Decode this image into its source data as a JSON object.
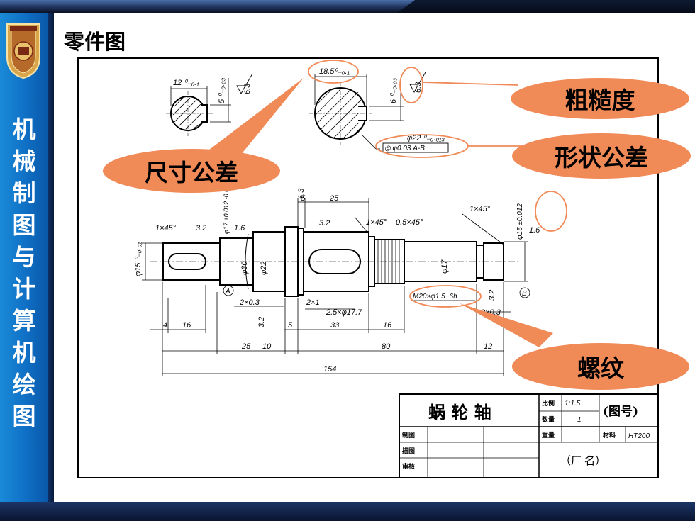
{
  "slide": {
    "title": "零件图",
    "sidebar_title": [
      "机",
      "械",
      "制",
      "图",
      "与",
      "计",
      "算",
      "机",
      "绘",
      "图"
    ]
  },
  "callouts": {
    "roughness": "粗糙度",
    "form_tolerance": "形状公差",
    "dimension_tolerance": "尺寸公差",
    "thread": "螺纹"
  },
  "drawing": {
    "dims": {
      "d12": "12 ⁰₋₀.₁",
      "d5": "5 ⁰₋₀.₀₃",
      "r63a": "6.3",
      "d185": "18.5⁰₋₀.₁",
      "d6": "6 ⁰₋₀.₀₃",
      "r63b": "6.3",
      "d22tol": "φ22 ⁰₋₀.₀₁₃",
      "fcf": "◎ φ0.03 A-B",
      "r63c": "6.3",
      "d5b": "5",
      "d25b": "25",
      "chamfer1": "1×45°",
      "r32a": "3.2",
      "d17tol": "φ17 +0.012 -0.001",
      "r16a": "1.6",
      "r32b": "3.2",
      "chamfer2": "1×45°",
      "chamfer3": "0.5×45°",
      "chamfer4": "1×45°",
      "d15tol": "φ15 ±0.012",
      "r16b": "1.6",
      "d15left": "φ15 ⁰₋₀.₀₁",
      "d30": "φ30",
      "d22": "φ22",
      "d17": "φ17",
      "datumA": "A",
      "datumB": "B",
      "groove1": "2×0.3",
      "groove2": "2×1",
      "groove3": "2.5×φ17.7",
      "thread": "M20×φ1.5−6h",
      "r32c": "3.2",
      "groove4": "2×0.3",
      "d4": "4",
      "d16a": "16",
      "r32d": "3.2",
      "d5c": "5",
      "d33": "33",
      "d16b": "16",
      "d25": "25",
      "d10": "10",
      "d80": "80",
      "d12b": "12",
      "d154": "154"
    },
    "titleblock": {
      "name": "蜗 轮 轴",
      "scale_label": "比例",
      "scale_value": "1:1.5",
      "qty_label": "数量",
      "qty_value": "1",
      "drawing_no": "(图号)",
      "weight_label": "重量",
      "material_label": "材料",
      "material_value": "HT200",
      "drawn": "制图",
      "traced": "描图",
      "checked": "审核",
      "factory": "（厂   名）"
    }
  }
}
